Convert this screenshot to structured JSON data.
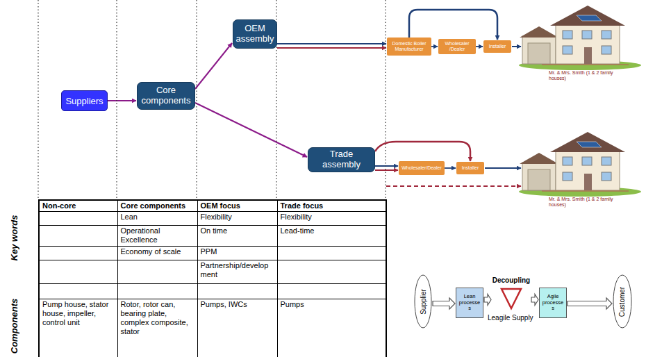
{
  "diagram": {
    "nodes": [
      {
        "text": [
          "Suppliers"
        ]
      },
      {
        "text": [
          "Core components"
        ]
      },
      {
        "text": [
          "OEM assembly"
        ]
      },
      {
        "text": [
          "Domestic Boiler Manufacturer"
        ]
      },
      {
        "text": [
          "Wholesaler /Dealer"
        ]
      },
      {
        "text": [
          "Installer"
        ]
      },
      {
        "text": [
          "Trade assembly"
        ]
      },
      {
        "text": [
          "Wholesaler/Dealer"
        ]
      },
      {
        "text": [
          "Installer"
        ]
      },
      {
        "text": [
          "Supplier"
        ]
      },
      {
        "text": [
          "Lean processes"
        ]
      },
      {
        "text": [
          "Decoupling"
        ]
      },
      {
        "text": [
          "Agile processes"
        ]
      },
      {
        "text": [
          "Customer"
        ]
      }
    ],
    "edges": [
      {
        "from": 0,
        "to": 1,
        "arrow": "to"
      },
      {
        "from": 1,
        "to": 2,
        "arrow": "to"
      },
      {
        "from": 1,
        "to": 6,
        "arrow": "to"
      },
      {
        "from": 2,
        "to": 3,
        "arrow": "to"
      },
      {
        "from": 3,
        "to": 4,
        "arrow": "to"
      },
      {
        "from": 4,
        "to": 5,
        "arrow": "to"
      },
      {
        "from": 3,
        "to": 5,
        "arrow": "to"
      },
      {
        "from": 6,
        "to": 7,
        "arrow": "to"
      },
      {
        "from": 7,
        "to": 8,
        "arrow": "to"
      },
      {
        "from": 6,
        "to": 8,
        "arrow": "to"
      },
      {
        "from": 9,
        "to": 10,
        "arrow": "to"
      },
      {
        "from": 10,
        "to": 11,
        "arrow": "to"
      },
      {
        "from": 11,
        "to": 12,
        "arrow": "to"
      },
      {
        "from": 12,
        "to": 13,
        "arrow": "to"
      }
    ],
    "labels": [
      "Mr. & Mrs. Smith (1 & 2 family houses)",
      "Mr. & Mrs. Smith (1 & 2 family houses)",
      "Key words",
      "Components",
      "Non-core",
      "Core components",
      "OEM focus",
      "Trade focus",
      "Lean",
      "Flexibility",
      "Flexibility",
      "Operational Excellence",
      "On time",
      "Lead-time",
      "Economy of scale",
      "PPM",
      "Partnership/development",
      "Pump house, stator house, impeller, control unit",
      "Rotor, rotor can, bearing plate, complex composite, stator",
      "Pumps, IWCs",
      "Pumps",
      "Leagile Supply"
    ]
  }
}
